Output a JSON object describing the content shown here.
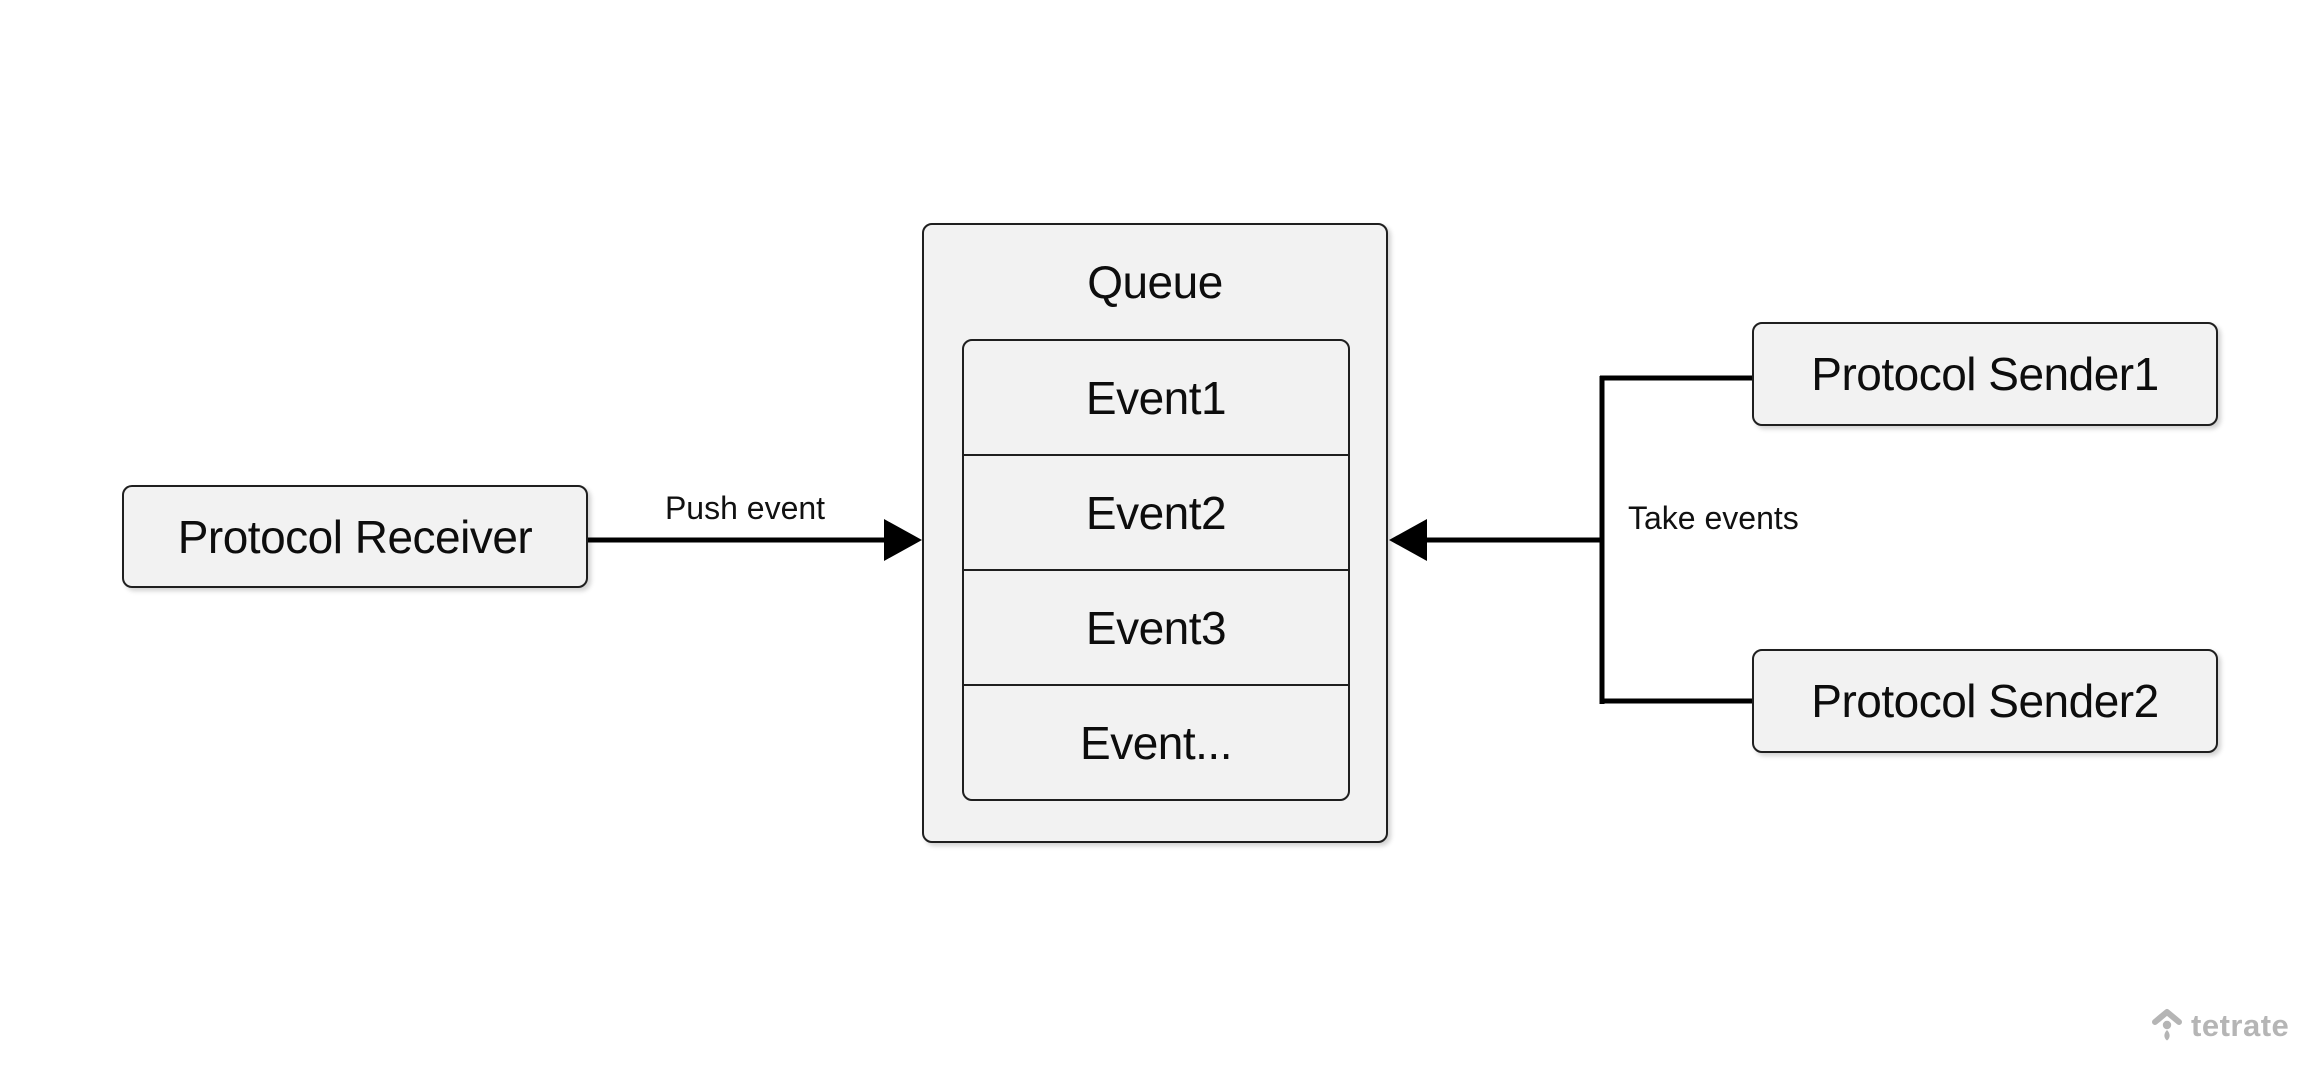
{
  "diagram": {
    "nodes": {
      "receiver": {
        "label": "Protocol Receiver"
      },
      "queue": {
        "title": "Queue",
        "events": [
          "Event1",
          "Event2",
          "Event3",
          "Event..."
        ]
      },
      "sender1": {
        "label": "Protocol Sender1"
      },
      "sender2": {
        "label": "Protocol Sender2"
      }
    },
    "edges": {
      "push": {
        "label": "Push event"
      },
      "take": {
        "label": "Take events"
      }
    },
    "branding": {
      "logo_text": "tetrate"
    },
    "colors": {
      "background": "#ffffff",
      "node_fill": "#f2f2f2",
      "node_border": "#1f1f1f",
      "connector": "#000000",
      "logo": "#b5b5b5"
    }
  }
}
